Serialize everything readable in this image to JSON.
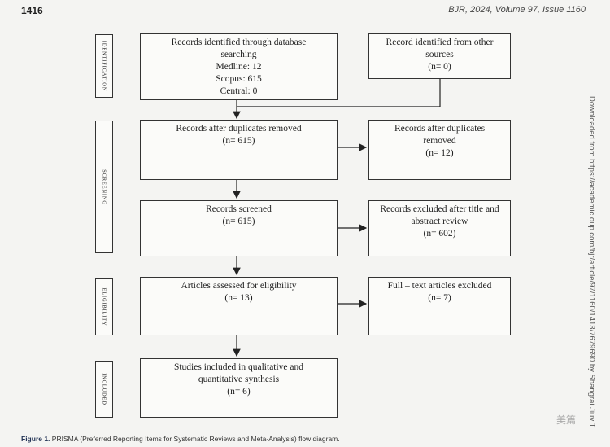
{
  "header": {
    "page_number": "1416",
    "journal": "BJR, 2024, Volume 97, Issue 1160"
  },
  "phases": {
    "identification": "IDENTIFICATION",
    "screening": "SCREENING",
    "eligibility": "ELIGIBILITY",
    "included": "INCLUDED"
  },
  "boxes": {
    "database": [
      "Records identified through database",
      "searching",
      "Medline: 12",
      "Scopus: 615",
      "Central: 0"
    ],
    "other_sources": [
      "Record identified from other",
      "sources",
      "(n= 0)"
    ],
    "after_duplicates": [
      "Records after duplicates removed",
      "(n= 615)"
    ],
    "duplicates_removed": [
      "Records after duplicates",
      "removed",
      "(n= 12)"
    ],
    "screened": [
      "Records screened",
      "(n= 615)"
    ],
    "excluded_title": [
      "Records excluded after title and",
      "abstract review",
      "(n= 602)"
    ],
    "eligibility": [
      "Articles assessed for eligibility",
      "(n= 13)"
    ],
    "fulltext_excluded": [
      "Full – text articles excluded",
      "(n= 7)"
    ],
    "included": [
      "Studies included in qualitative and",
      "quantitative synthesis",
      "(n= 6)"
    ]
  },
  "side_note": "Downloaded from https://academic.oup.com/bjr/article/97/1160/1413/7679690 by Shangrai Jiuv T",
  "caption": {
    "label": "Figure 1.",
    "text": " PRISMA (Preferred Reporting Items for Systematic Reviews and Meta-Analysis) flow diagram."
  },
  "watermark": "美篇"
}
